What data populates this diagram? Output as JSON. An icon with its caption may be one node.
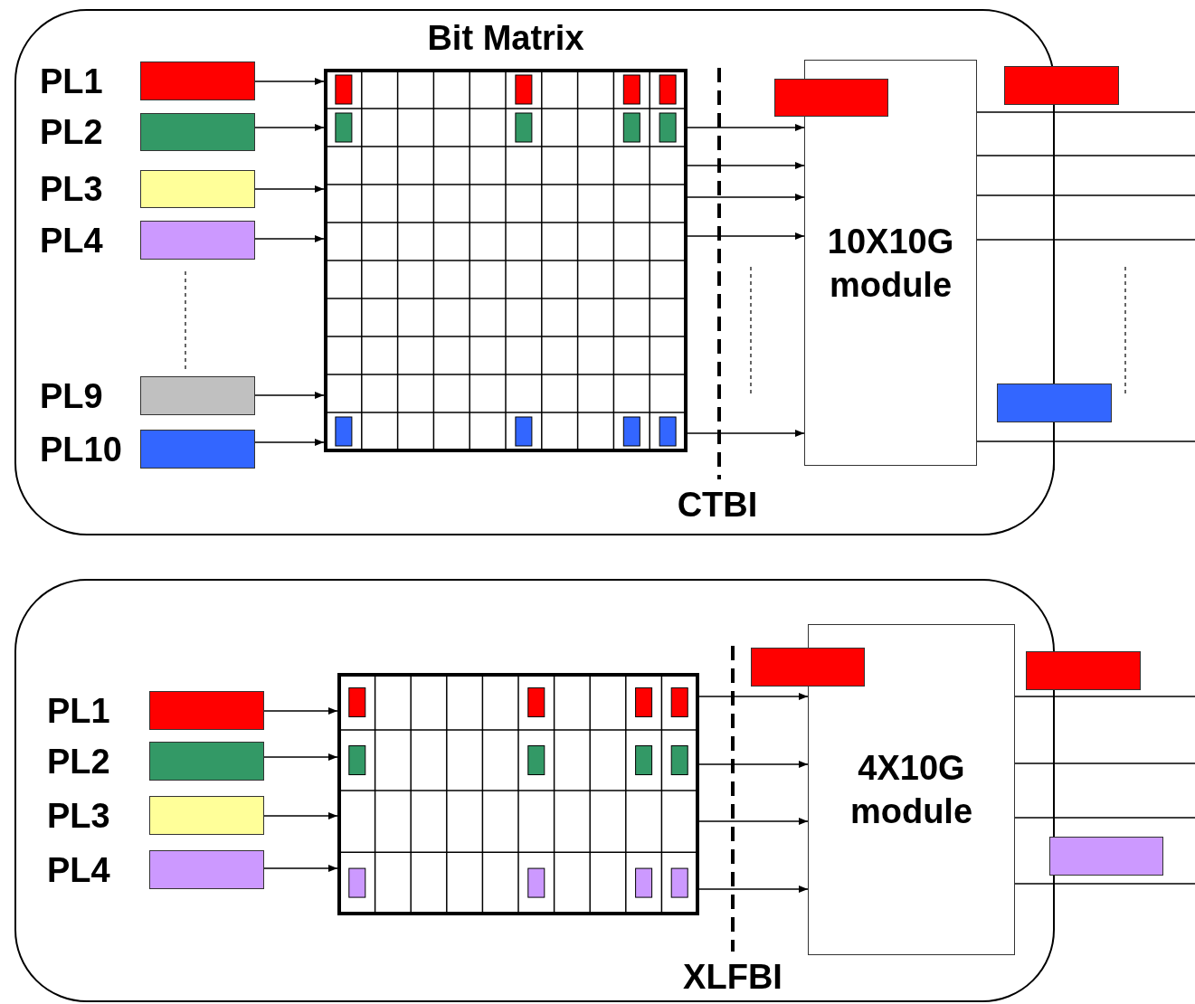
{
  "diagram": {
    "nodes": [
      {
        "text": [],
        "shape": "box"
      },
      {
        "text": [
          "Bit Matrix"
        ],
        "in": 0
      },
      {
        "text": [
          "PL1"
        ],
        "in": 0
      },
      {
        "text": [
          "PL2"
        ],
        "in": 0
      },
      {
        "text": [
          "PL3"
        ],
        "in": 0
      },
      {
        "text": [
          "PL4"
        ],
        "in": 0
      },
      {
        "text": [
          "PL9"
        ],
        "in": 0
      },
      {
        "text": [
          "PL10"
        ],
        "in": 0
      },
      {
        "text": [],
        "shape": "bar",
        "in": 0
      },
      {
        "text": [
          "10X10G module"
        ],
        "in": 0
      },
      {
        "text": [],
        "shape": "bar"
      },
      {
        "text": [],
        "shape": "bar"
      },
      {
        "text": [],
        "shape": "box"
      },
      {
        "text": [],
        "shape": "box",
        "in": 12
      },
      {
        "text": [
          "PL1"
        ],
        "in": 12
      },
      {
        "text": [
          "PL2"
        ],
        "in": 12
      },
      {
        "text": [
          "PL3"
        ],
        "in": 12
      },
      {
        "text": [
          "PL4"
        ],
        "in": 12
      },
      {
        "text": [],
        "shape": "bar",
        "in": 12
      },
      {
        "text": [
          "4X10G module"
        ],
        "in": 12
      },
      {
        "text": [],
        "shape": "bar"
      },
      {
        "text": [],
        "shape": "bar"
      }
    ],
    "edges": [
      {
        "from": 2,
        "to": 1,
        "arrow": "to"
      },
      {
        "from": 3,
        "to": 1,
        "arrow": "to"
      },
      {
        "from": 4,
        "to": 1,
        "arrow": "to"
      },
      {
        "from": 5,
        "to": 1,
        "arrow": "to"
      },
      {
        "from": 6,
        "to": 1,
        "arrow": "to"
      },
      {
        "from": 7,
        "to": 1,
        "arrow": "to"
      },
      {
        "from": 1,
        "to": 9,
        "arrow": "to"
      },
      {
        "from": 1,
        "to": 9,
        "arrow": "to"
      },
      {
        "from": 1,
        "to": 9,
        "arrow": "to"
      },
      {
        "from": 1,
        "to": 9,
        "arrow": "to"
      },
      {
        "from": 1,
        "to": 9,
        "arrow": "to"
      },
      {
        "from": 9,
        "to": null,
        "arrow": "none"
      },
      {
        "from": 9,
        "to": null,
        "arrow": "none"
      },
      {
        "from": 9,
        "to": null,
        "arrow": "none"
      },
      {
        "from": 9,
        "to": null,
        "arrow": "none"
      },
      {
        "from": 9,
        "to": null,
        "arrow": "none"
      },
      {
        "from": 14,
        "to": 13,
        "arrow": "to"
      },
      {
        "from": 15,
        "to": 13,
        "arrow": "to"
      },
      {
        "from": 16,
        "to": 13,
        "arrow": "to"
      },
      {
        "from": 17,
        "to": 13,
        "arrow": "to"
      },
      {
        "from": 13,
        "to": 19,
        "arrow": "to"
      },
      {
        "from": 13,
        "to": 19,
        "arrow": "to"
      },
      {
        "from": 13,
        "to": 19,
        "arrow": "to"
      },
      {
        "from": 13,
        "to": 19,
        "arrow": "to"
      },
      {
        "from": 19,
        "to": null,
        "arrow": "none"
      },
      {
        "from": 19,
        "to": null,
        "arrow": "none"
      },
      {
        "from": 19,
        "to": null,
        "arrow": "none"
      },
      {
        "from": 19,
        "to": null,
        "arrow": "none"
      }
    ],
    "labels": [
      "CTBI",
      "XLFBI"
    ]
  }
}
